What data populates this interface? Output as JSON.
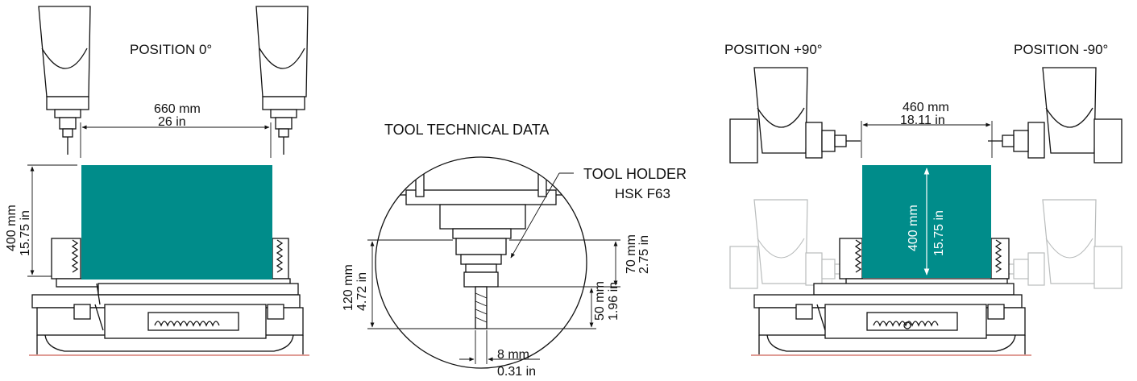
{
  "labels": {
    "position_0": "POSITION 0°",
    "position_p90": "POSITION +90°",
    "position_m90": "POSITION -90°",
    "tool_technical_data": "TOOL TECHNICAL DATA",
    "tool_holder": "TOOL HOLDER",
    "tool_holder_type": "HSK F63"
  },
  "dimensions": {
    "left_span": {
      "mm": "660 mm",
      "in": "26 in"
    },
    "left_height": {
      "mm": "400 mm",
      "in": "15.75 in"
    },
    "right_span": {
      "mm": "460 mm",
      "in": "18.11 in"
    },
    "right_height": {
      "mm": "400 mm",
      "in": "15.75 in"
    },
    "tool_total": {
      "mm": "120 mm",
      "in": "4.72 in"
    },
    "tool_holder_len": {
      "mm": "70 mm",
      "in": "2.75 in"
    },
    "tool_tip_len": {
      "mm": "50 mm",
      "in": "1.96 in"
    },
    "tool_dia": {
      "mm": "8 mm",
      "in": "0.31 in"
    }
  },
  "colors": {
    "workpiece": "#008c8a",
    "line": "#111111",
    "ghost": "#b9bcbc",
    "floor": "#c0392b"
  }
}
